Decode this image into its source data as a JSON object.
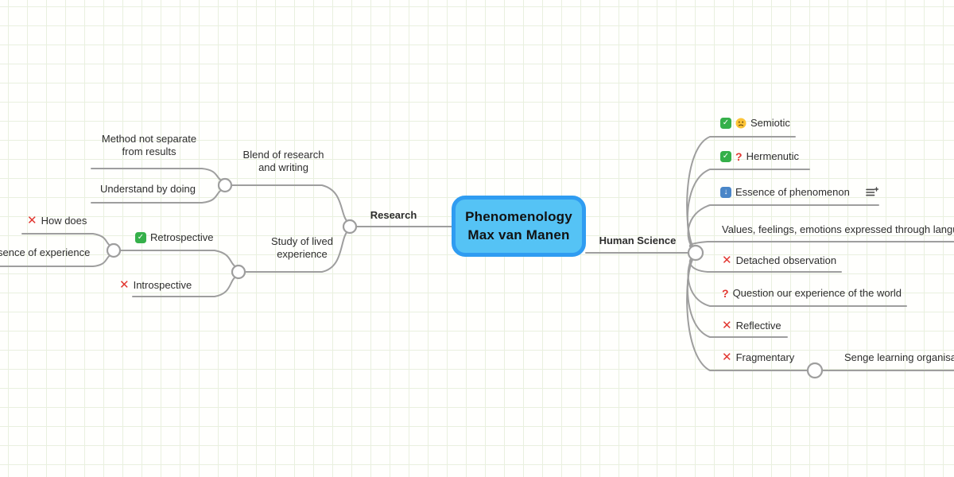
{
  "glyphs": {
    "check": "✓",
    "cross": "✕",
    "question": "?",
    "down_arrow": "↓"
  },
  "colors": {
    "root_fill": "#55C3F5",
    "root_border": "#2F9CF1",
    "connector_gray": "#9E9E9E",
    "check_green": "#35B04A",
    "cross_red": "#E23630",
    "down_arrow_blue": "#4A86C8",
    "grid_line": "#E9F0DF"
  },
  "root": {
    "label": "Phenomenology\nMax van Manen"
  },
  "map": {
    "research": {
      "label": "Research",
      "children": [
        {
          "label": "Blend of research\nand writing",
          "children": [
            {
              "label": "Method not separate\nfrom results"
            },
            {
              "label": "Understand by doing"
            }
          ]
        },
        {
          "label": "Study of lived\nexperience",
          "children": [
            {
              "label": "Retrospective",
              "children": [
                {
                  "label": "How does"
                },
                {
                  "label": "sence of experience"
                }
              ]
            },
            {
              "label": "Introspective"
            }
          ]
        }
      ]
    },
    "human_science": {
      "label": "Human Science",
      "children": [
        {
          "label": "Semiotic"
        },
        {
          "label": "Hermenutic"
        },
        {
          "label": "Essence of phenomenon"
        },
        {
          "label": "Values, feelings, emotions expressed through langua"
        },
        {
          "label": "Detached observation"
        },
        {
          "label": "Question our experience of the world"
        },
        {
          "label": "Reflective"
        },
        {
          "label": "Fragmentary",
          "children": [
            {
              "label": "Senge learning organisat"
            }
          ]
        }
      ]
    }
  }
}
